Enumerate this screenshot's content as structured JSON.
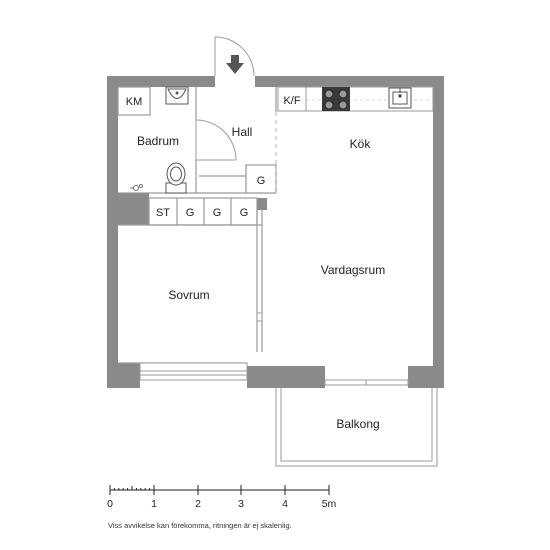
{
  "colors": {
    "wall": "#8a8a8a",
    "line": "#9a9a9a",
    "dash": "#b5b5b5",
    "text": "#222222"
  },
  "rooms": {
    "km": "KM",
    "badrum": "Badrum",
    "hall": "Hall",
    "kok": "Kök",
    "kf": "K/F",
    "vardagsrum": "Vardagsrum",
    "sovrum": "Sovrum",
    "balkong": "Balkong"
  },
  "storage": {
    "hall_g": "G",
    "st": "ST",
    "g1": "G",
    "g2": "G",
    "g3": "G"
  },
  "scale": {
    "ticks": [
      "0",
      "1",
      "2",
      "3",
      "4",
      "5m"
    ]
  },
  "note": "Viss avvikelse kan förekomma, ritningen är ej skalenlig.",
  "icons": [
    "entrance-arrow-icon",
    "stove-icon",
    "sink-icon",
    "washbasin-icon",
    "toilet-icon",
    "floor-drain-icon"
  ]
}
